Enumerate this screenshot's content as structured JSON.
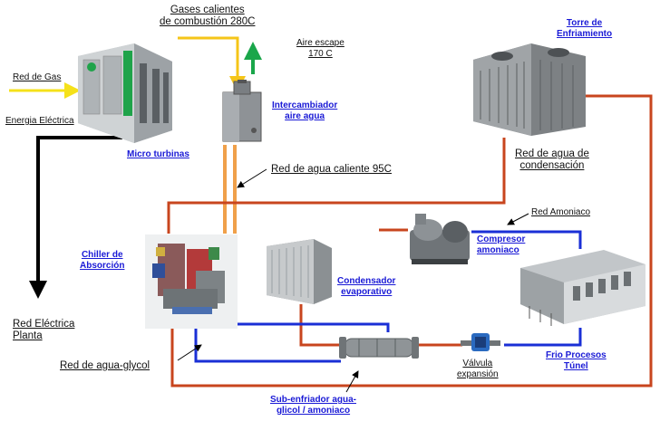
{
  "labels": {
    "red_gas": "Red de Gas",
    "energia_electrica": "Energia Eléctrica",
    "micro_turbinas": "Micro turbinas",
    "gases_line1": "Gases calientes",
    "gases_line2": "de combustión 280C",
    "aire_line1": "Aire escape",
    "aire_line2": "170 C",
    "intercambiador_line1": "Intercambiador",
    "intercambiador_line2": "aire agua",
    "torre_line1": "Torre de",
    "torre_line2": "Enfriamiento",
    "red_condensacion_line1": "Red de agua de",
    "red_condensacion_line2": "condensación",
    "red_agua_caliente": "Red de agua caliente 95C",
    "red_amoniaco": "Red Amoniaco",
    "compresor_line1": "Compresor",
    "compresor_line2": "amoniaco",
    "chiller_line1": "Chiller de",
    "chiller_line2": "Absorción",
    "condensador_line1": "Condensador",
    "condensador_line2": "evaporativo",
    "red_electrica_line1": "Red Eléctrica",
    "red_electrica_line2": "Planta",
    "red_glycol": "Red de agua-glycol",
    "valvula_line1": "Válvula",
    "valvula_line2": "expansión",
    "frio_line1": "Frio Procesos",
    "frio_line2": "Túnel",
    "subenfriador_line1": "Sub-enfriador agua-",
    "subenfriador_line2": "glicol / amoniaco"
  },
  "colors": {
    "gas_arrow": "#f5e11a",
    "hot_gas_line": "#f5c518",
    "exhaust_arrow": "#1aa64a",
    "hot_water": "#f0a04a",
    "condensation_water": "#c8451e",
    "glycol": "#1a2fd6",
    "electric": "#000000",
    "link_text": "#1a1ad6"
  }
}
